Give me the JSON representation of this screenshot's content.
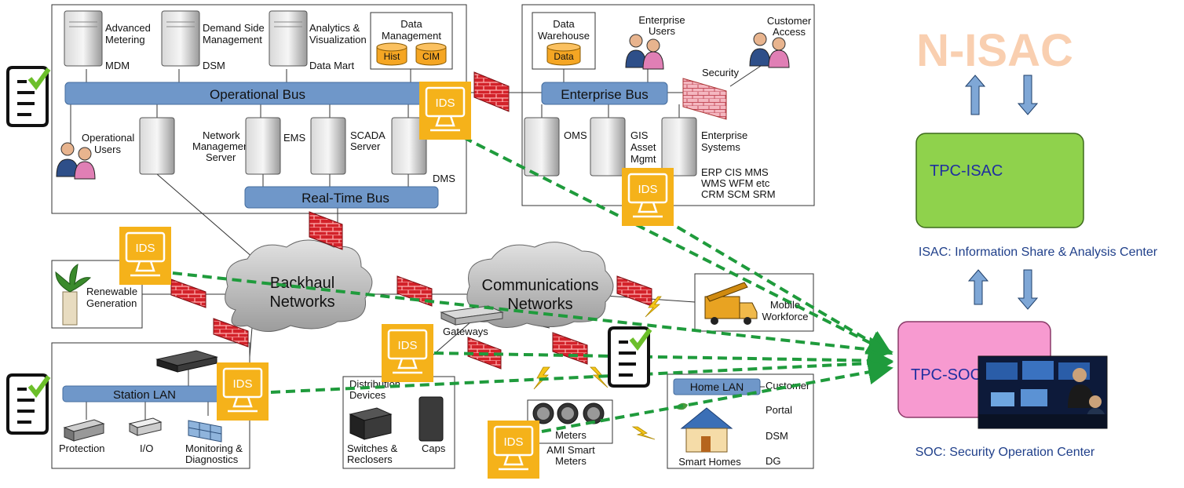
{
  "panels": {
    "top": {
      "servers": [
        {
          "name": "Advanced Metering",
          "lines": [
            "Advanced",
            "Metering"
          ],
          "sub": "MDM"
        },
        {
          "name": "Demand Side Management",
          "lines": [
            "Demand Side",
            "Management"
          ],
          "sub": "DSM"
        },
        {
          "name": "Analytics & Visualization",
          "lines": [
            "Analytics &",
            "Visualization"
          ],
          "sub": "Data Mart"
        }
      ],
      "data_management": {
        "title_lines": [
          "Data",
          "Management"
        ],
        "db": [
          "Hist",
          "CIM"
        ]
      },
      "operational_bus": "Operational Bus",
      "operational_users": [
        "Operational",
        "Users"
      ],
      "lower_servers": [
        {
          "lines": [
            "Network",
            "Management",
            "Server"
          ]
        },
        {
          "lines": [
            "EMS"
          ]
        },
        {
          "lines": [
            "SCADA",
            "Server"
          ]
        },
        {
          "lines": [
            "DMS"
          ]
        }
      ],
      "realtime_bus": "Real-Time Bus"
    },
    "enterprise": {
      "data_warehouse": {
        "lines": [
          "Data",
          "Warehouse"
        ],
        "db": "Data"
      },
      "enterprise_users": [
        "Enterprise",
        "Users"
      ],
      "customer_access": [
        "Customer",
        "Access"
      ],
      "security": "Security",
      "bus": "Enterprise Bus",
      "oms": "OMS",
      "gis": [
        "GIS",
        "Asset",
        "Mgmt"
      ],
      "enterprise_systems": [
        "Enterprise",
        "Systems"
      ],
      "erp_lines": [
        "ERP CIS MMS",
        "WMS WFM etc",
        "CRM SCM SRM"
      ]
    },
    "renewable": [
      "Renewable",
      "Generation"
    ],
    "station": {
      "lan": "Station LAN",
      "items": [
        {
          "lines": [
            "Protection"
          ]
        },
        {
          "lines": [
            "I/O"
          ]
        },
        {
          "lines": [
            "Monitoring &",
            "Diagnostics"
          ]
        }
      ]
    },
    "distribution": {
      "title": [
        "Distribution",
        "Devices"
      ],
      "switches": [
        "Switches &",
        "Reclosers"
      ],
      "caps": "Caps"
    },
    "ami": {
      "meters": "Meters",
      "label": [
        "AMI Smart",
        "Meters"
      ]
    },
    "mobile": [
      "Mobile",
      "Workforce"
    ],
    "home": {
      "lan": "Home LAN",
      "label": "Smart Homes",
      "right": [
        "Customer",
        "Portal",
        "DSM",
        "DG"
      ]
    }
  },
  "networks": {
    "backhaul": [
      "Backhaul",
      "Networks"
    ],
    "communications": [
      "Communications",
      "Networks"
    ],
    "gateways": "Gateways"
  },
  "ids_label": "IDS",
  "right": {
    "nisac": "N-ISAC",
    "tpc_isac": "TPC-ISAC",
    "isac_caption": "ISAC: Information Share & Analysis Center",
    "tpc_soc": "TPC-SOC",
    "soc_caption": "SOC: Security Operation Center"
  },
  "colors": {
    "bus": "#6f97c9",
    "ids": "#f5b21a",
    "firewall": "#d3222a",
    "arrow": "#1f9b3c",
    "nisac": "#f9cfb0",
    "isac_box": "#8fd24c",
    "soc_box": "#f79ad0",
    "caption": "#1f3f8a"
  }
}
